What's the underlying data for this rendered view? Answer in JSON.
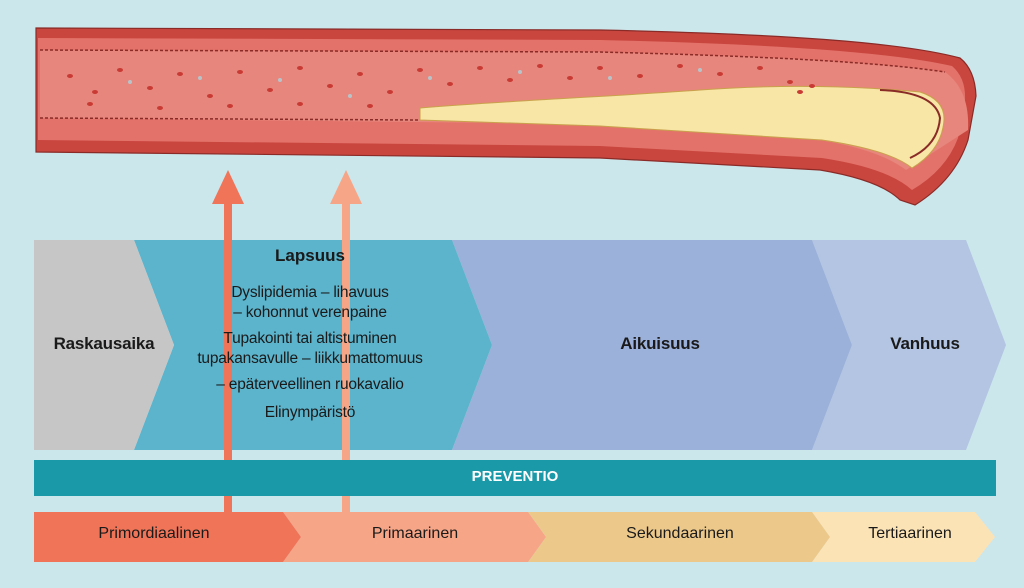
{
  "colors": {
    "background": "#cbe7ec",
    "raskausaika": "#c7c6c7",
    "lapsuus": "#5bb4cc",
    "aikuisuus": "#9cb1d9",
    "vanhuus": "#b3c5e2",
    "preventio_bar": "#1a9aa9",
    "primordiaalinen": "#ef7458",
    "primaarinen": "#f6a587",
    "sekundaarinen": "#ecc98b",
    "tertiaarinen": "#fbe3b6",
    "artery_wall": "#d9534e",
    "plaque": "#f7e6a6"
  },
  "life_stages": {
    "raskausaika": "Raskausaika",
    "lapsuus": {
      "title": "Lapsuus",
      "lines": [
        "Dyslipidemia – lihavuus",
        "– kohonnut verenpaine",
        "Tupakointi tai altistuminen",
        "tupakansavulle – liikkumattomuus",
        "– epäterveellinen ruokavalio",
        "Elinympäristö"
      ]
    },
    "aikuisuus": "Aikuisuus",
    "vanhuus": "Vanhuus"
  },
  "prevention": {
    "title": "PREVENTIO",
    "stages": [
      "Primordiaalinen",
      "Primaarinen",
      "Sekundaarinen",
      "Tertiaarinen"
    ]
  },
  "icons": {
    "arrows": [
      "up-arrow-icon",
      "up-arrow-icon"
    ],
    "artery": "artery-illustration"
  }
}
